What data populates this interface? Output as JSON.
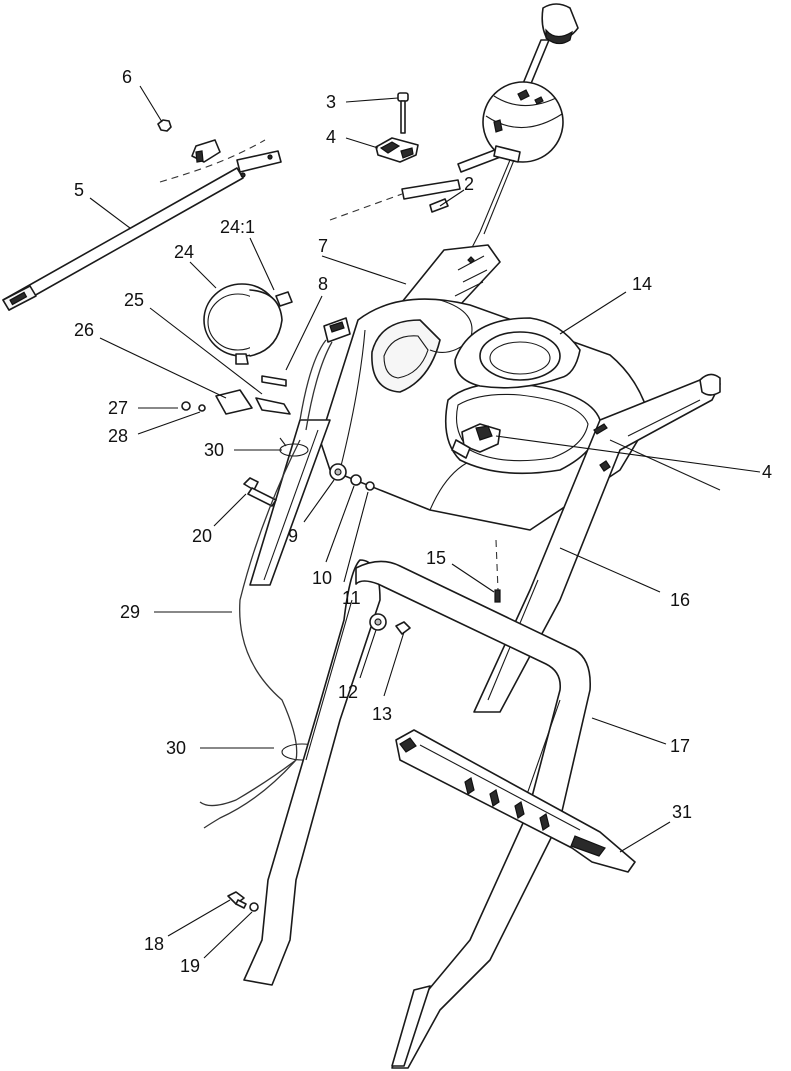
{
  "callouts": [
    {
      "id": "c1",
      "text": "6"
    },
    {
      "id": "c2",
      "text": "5"
    },
    {
      "id": "c3",
      "text": "3"
    },
    {
      "id": "c4",
      "text": "4"
    },
    {
      "id": "c5",
      "text": "2"
    },
    {
      "id": "c6",
      "text": "24:1"
    },
    {
      "id": "c7",
      "text": "24"
    },
    {
      "id": "c8",
      "text": "7"
    },
    {
      "id": "c9",
      "text": "14"
    },
    {
      "id": "c10",
      "text": "8"
    },
    {
      "id": "c11",
      "text": "25"
    },
    {
      "id": "c12",
      "text": "26"
    },
    {
      "id": "c13",
      "text": "27"
    },
    {
      "id": "c14",
      "text": "28"
    },
    {
      "id": "c15",
      "text": "30"
    },
    {
      "id": "c16",
      "text": "4"
    },
    {
      "id": "c17",
      "text": "20"
    },
    {
      "id": "c18",
      "text": "9"
    },
    {
      "id": "c19",
      "text": "10"
    },
    {
      "id": "c20",
      "text": "11"
    },
    {
      "id": "c21",
      "text": "15"
    },
    {
      "id": "c22",
      "text": "16"
    },
    {
      "id": "c23",
      "text": "29"
    },
    {
      "id": "c24",
      "text": "12"
    },
    {
      "id": "c25",
      "text": "13"
    },
    {
      "id": "c26",
      "text": "30"
    },
    {
      "id": "c27",
      "text": "17"
    },
    {
      "id": "c28",
      "text": "31"
    },
    {
      "id": "c29",
      "text": "18"
    },
    {
      "id": "c30",
      "text": "19"
    }
  ]
}
